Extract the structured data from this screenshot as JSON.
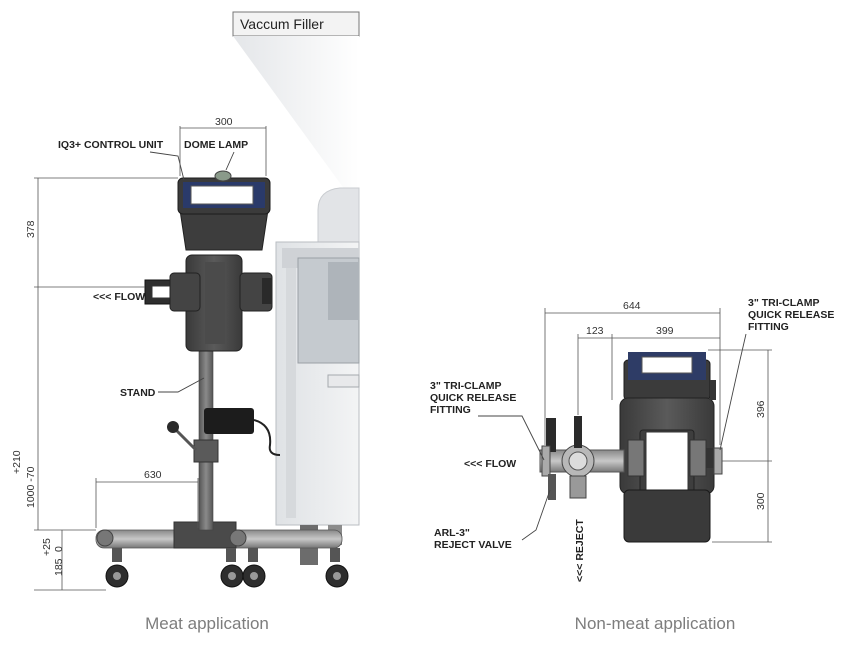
{
  "meat": {
    "header": "Vaccum Filler",
    "labels": {
      "control_unit": "IQ3+ CONTROL UNIT",
      "dome_lamp": "DOME LAMP",
      "flow": "<<< FLOW",
      "stand": "STAND"
    },
    "dims": {
      "width_top": "300",
      "height_upper": "378",
      "height_main": "1000 -70",
      "height_main_tol": "+210",
      "base_width": "630",
      "foot_height": "185",
      "foot_tol_top": "+25",
      "foot_tol_bottom": "0"
    },
    "caption": "Meat application"
  },
  "nonmeat": {
    "labels": {
      "clamp_right": [
        "3\" TRI-CLAMP",
        "QUICK RELEASE",
        "FITTING"
      ],
      "clamp_left": [
        "3\" TRI-CLAMP",
        "QUICK RELEASE",
        "FITTING"
      ],
      "flow": "<<< FLOW",
      "valve": [
        "ARL-3\"",
        "REJECT VALVE"
      ],
      "reject": "<<< REJECT"
    },
    "dims": {
      "total_width": "644",
      "offset": "123",
      "inner_width": "399",
      "height_upper": "396",
      "height_lower": "300"
    },
    "caption": "Non-meat application"
  }
}
